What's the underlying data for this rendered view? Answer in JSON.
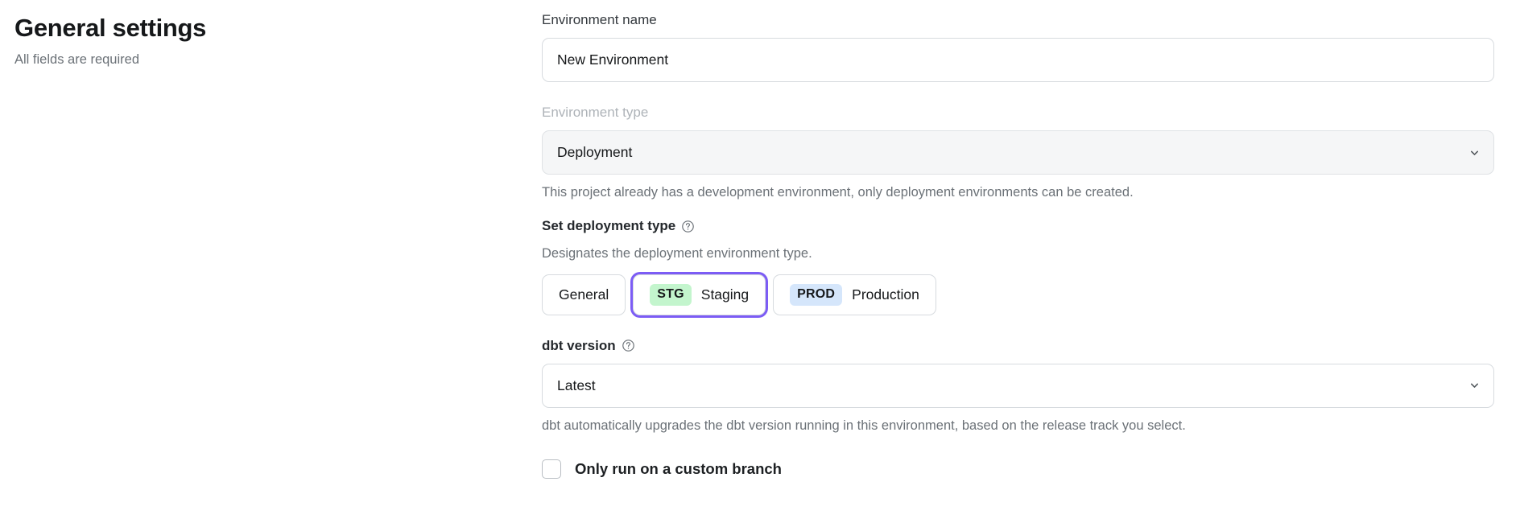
{
  "header": {
    "title": "General settings",
    "subtitle": "All fields are required"
  },
  "form": {
    "environment_name": {
      "label": "Environment name",
      "value": "New Environment",
      "placeholder": ""
    },
    "environment_type": {
      "label": "Environment type",
      "value": "Deployment",
      "disabled": true,
      "helper": "This project already has a development environment, only deployment environments can be created.",
      "chevron_icon": "chevron-down-icon"
    },
    "deployment_type": {
      "label": "Set deployment type",
      "help_icon": "question-circle-icon",
      "description": "Designates the deployment environment type.",
      "options": [
        {
          "badge": "",
          "label": "General",
          "selected": false
        },
        {
          "badge": "STG",
          "label": "Staging",
          "selected": true
        },
        {
          "badge": "PROD",
          "label": "Production",
          "selected": false
        }
      ],
      "selected_value": "Staging"
    },
    "dbt_version": {
      "label": "dbt version",
      "help_icon": "question-circle-icon",
      "value": "Latest",
      "helper": "dbt automatically upgrades the dbt version running in this environment, based on the release track you select.",
      "chevron_icon": "chevron-down-icon"
    },
    "custom_branch": {
      "label": "Only run on a custom branch",
      "checked": false
    }
  },
  "colors": {
    "focus_ring": "#7c5cf5",
    "badge_staging_bg": "#c3f5cd",
    "badge_production_bg": "#d5e6fb",
    "border": "#d7dbdf",
    "muted_text": "#6b7177",
    "disabled_bg": "#f5f6f7"
  }
}
